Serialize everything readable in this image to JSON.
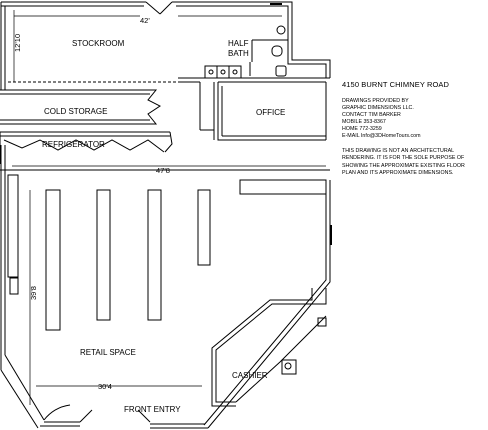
{
  "rooms": {
    "stockroom": "STOCKROOM",
    "half_bath_line1": "HALF",
    "half_bath_line2": "BATH",
    "cold_storage": "COLD STORAGE",
    "refrigerator": "REFRIGERATOR",
    "office": "OFFICE",
    "retail_space": "RETAIL SPACE",
    "cashier": "CASHIER",
    "front_entry": "FRONT ENTRY"
  },
  "dimensions": {
    "top_width": "42'",
    "stockroom_depth": "12'10",
    "mid_width": "47'8",
    "left_height": "39'8",
    "front_width": "30'4"
  },
  "info": {
    "address": "4150 BURNT CHIMNEY ROAD",
    "credits": [
      "DRAWINGS PROVIDED BY",
      "GRAPHIC DIMENSIONS LLC.",
      "CONTACT TIM BARKER",
      "MOBILE 353-8367",
      "HOME  772-3259",
      "E-MAIL Info@3DHomeTours.com"
    ],
    "disclaimer": [
      "THIS DRAWING IS NOT AN ARCHITECTURAL",
      "RENDERING. IT IS FOR THE SOLE PURPOSE OF",
      "SHOWING THE APPROXIMATE EXISTING FLOOR",
      "PLAN AND ITS APPROXIMATE DIMENSIONS."
    ]
  }
}
